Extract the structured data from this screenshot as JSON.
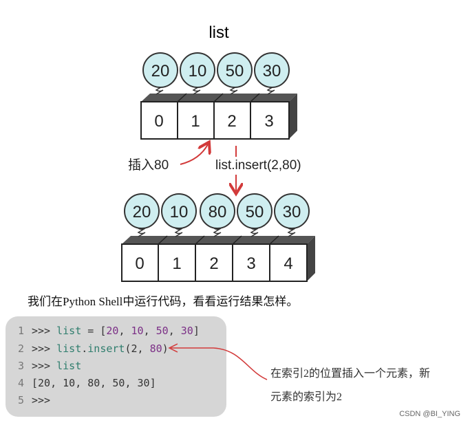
{
  "diagram": {
    "title": "list",
    "top_values": [
      "20",
      "10",
      "50",
      "30"
    ],
    "top_indices": [
      "0",
      "1",
      "2",
      "3"
    ],
    "bottom_values": [
      "20",
      "10",
      "80",
      "50",
      "30"
    ],
    "bottom_indices": [
      "0",
      "1",
      "2",
      "3",
      "4"
    ],
    "insert_label": "插入80",
    "method_label": "list.insert(2,80)",
    "colors": {
      "balloon": "#cfeef0",
      "arrow": "#d23a3a",
      "box_side": "#4a4a4a"
    }
  },
  "caption": "我们在Python Shell中运行代码，看看运行结果怎样。",
  "code": [
    {
      "no": "1",
      "prompt": ">>> ",
      "a": "list",
      "b": " = [",
      "n1": "20",
      "s1": ", ",
      "n2": "10",
      "s2": ", ",
      "n3": "50",
      "s3": ", ",
      "n4": "30",
      "end": "]"
    },
    {
      "no": "2",
      "prompt": ">>> ",
      "a": "list",
      "b": ".",
      "c": "insert",
      "d": "(2, ",
      "n1": "80",
      "end": ")"
    },
    {
      "no": "3",
      "prompt": ">>> ",
      "a": "list"
    },
    {
      "no": "4",
      "text": "[20, 10, 80, 50, 30]"
    },
    {
      "no": "5",
      "prompt": ">>>"
    }
  ],
  "note": {
    "line1": "在索引2的位置插入一个元素，新",
    "line2": "元素的索引为2"
  },
  "watermark": "CSDN @BI_YING"
}
